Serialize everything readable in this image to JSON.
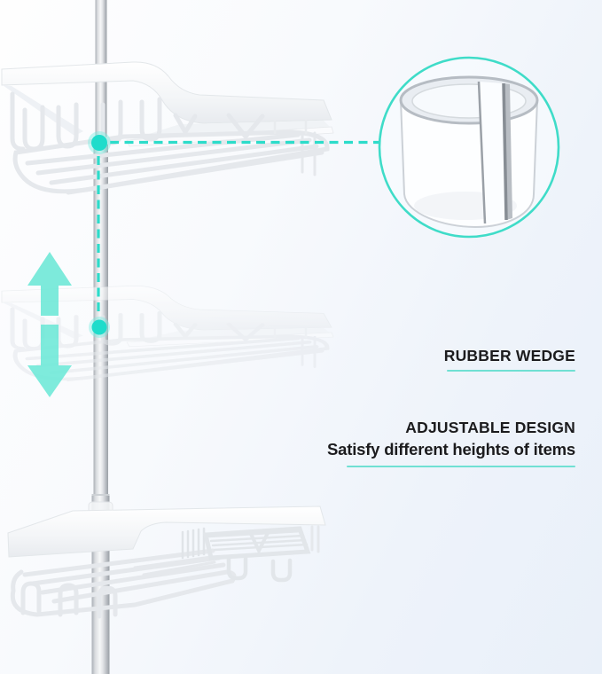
{
  "image": {
    "subject": "Three-tier corner shower caddy on a telescoping tension pole; ghosted middle shelf shows height adjustability",
    "background": "soft white to pale blue gradient"
  },
  "labels": {
    "rubber_wedge": "RUBBER WEDGE",
    "adjustable_title": "ADJUSTABLE DESIGN",
    "adjustable_subtitle": "Satisfy different heights of items"
  },
  "callout": {
    "shape": "circle",
    "depicts": "split rubber wedge sleeve (C-shaped cylinder) close-up",
    "leader": "dashed teal line from pole joint to circle"
  },
  "annotations": {
    "adjust_arrows": "up and down teal arrows beside middle shelf",
    "dashed_guides": "horizontal and vertical dashed lines with two teal dots on the pole"
  },
  "icons": {
    "up_arrow": "triangle-arrow-up",
    "down_arrow": "triangle-arrow-down",
    "rubber_wedge": "split-cylinder"
  },
  "colors": {
    "accent_teal": "#2bdcca",
    "dot_teal": "#1fdccb",
    "arrow_teal": "#6ce8d7",
    "underline_teal": "#70e0d3",
    "circle_stroke": "#3fdcc8",
    "text": "#1c1c1e",
    "product_white": "#fafbfd",
    "background_tint": "#ecf2fa"
  }
}
